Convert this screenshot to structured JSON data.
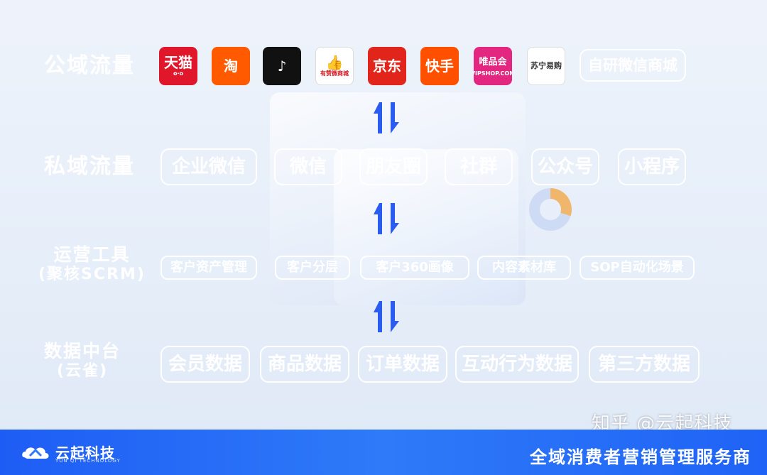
{
  "rows": {
    "public": {
      "title": "公域流量",
      "logos": [
        {
          "icon": "tmall-icon",
          "text": "天猫",
          "sub": "o·o",
          "bg": "#e0162b",
          "fg": "#ffffff"
        },
        {
          "icon": "taobao-icon",
          "text": "淘",
          "bg": "#ff5a00",
          "fg": "#ffffff"
        },
        {
          "icon": "douyin-icon",
          "text": "♪",
          "bg": "#111111",
          "fg": "#ffffff"
        },
        {
          "icon": "youzan-icon",
          "text": "👍",
          "sub": "有赞微商城",
          "bg": "#ffffff",
          "fg": "#d9141e"
        },
        {
          "icon": "jd-icon",
          "text": "京东",
          "bg": "#e1251b",
          "fg": "#ffffff"
        },
        {
          "icon": "kuaishou-icon",
          "text": "快手",
          "bg": "#ff5000",
          "fg": "#ffffff"
        },
        {
          "icon": "vipshop-icon",
          "text": "唯品会",
          "sub": "VIPSHOP.COM",
          "bg": "#e3267f",
          "fg": "#ffffff"
        },
        {
          "icon": "suning-icon",
          "text": "苏宁易购",
          "bg": "#ffffff",
          "fg": "#333333"
        }
      ],
      "extra": "自研微信商城"
    },
    "private": {
      "title": "私域流量",
      "items": [
        "企业微信",
        "微信",
        "朋友圈",
        "社群",
        "公众号",
        "小程序"
      ]
    },
    "tools": {
      "title": "运营工具",
      "subtitle": "(聚核SCRM)",
      "items": [
        "客户资产管理",
        "客户分层",
        "客户360画像",
        "内容素材库",
        "SOP自动化场景"
      ]
    },
    "data": {
      "title": "数据中台",
      "subtitle": "(云雀)",
      "items": [
        "会员数据",
        "商品数据",
        "订单数据",
        "互动行为数据",
        "第三方数据"
      ]
    }
  },
  "footer": {
    "brand_name": "云起科技",
    "brand_en": "YUN QI TECHNOLOGY",
    "slogan": "全域消费者营销管理服务商",
    "watermark": "知乎 @云起科技"
  },
  "colors": {
    "band": "#2c5cff",
    "arrow": "#2a5cf0",
    "footer": "#2e7af8"
  }
}
